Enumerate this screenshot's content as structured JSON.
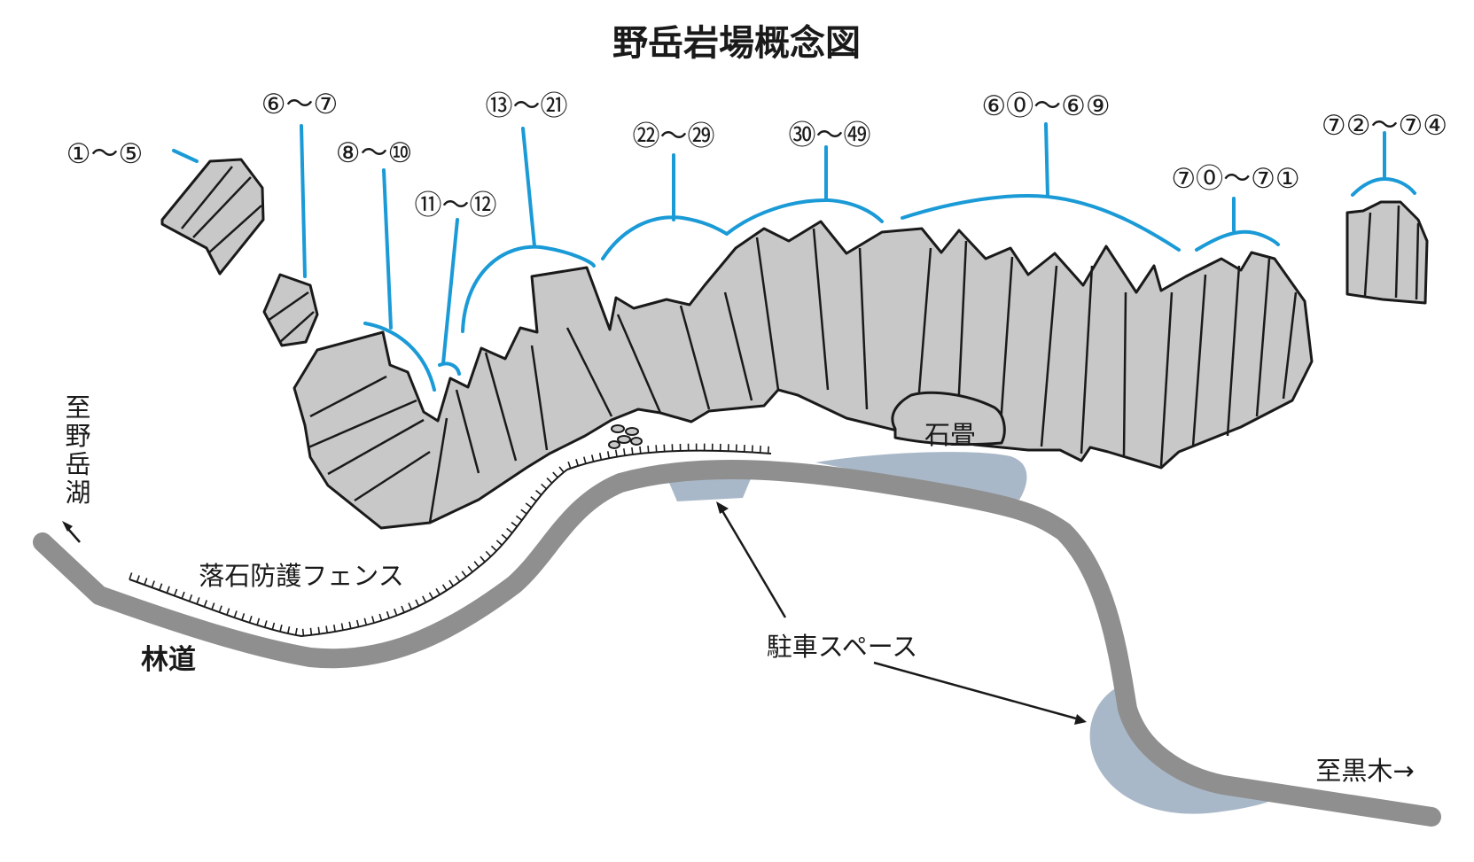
{
  "title": "野岳岩場概念図",
  "route_groups": [
    "①～⑤",
    "⑥～⑦",
    "⑧～⑩",
    "⑪～⑫",
    "⑬～㉑",
    "㉒～㉙",
    "㉚～㊾",
    "⑥⓪～⑥⑨",
    "⑦⓪～⑦①",
    "⑦②～⑦④"
  ],
  "labels": {
    "to_nodake_lake": "至野岳湖",
    "ishidatami": "石畳",
    "fence": "落石防護フェンス",
    "forest_road": "林道",
    "parking": "駐車スペース",
    "to_kuroki": "至黒木→"
  },
  "colors": {
    "rock": "#c8c8c8",
    "bracket": "#1a9ad6",
    "road": "#8f8f8f",
    "parking": "#a9b8c8"
  }
}
